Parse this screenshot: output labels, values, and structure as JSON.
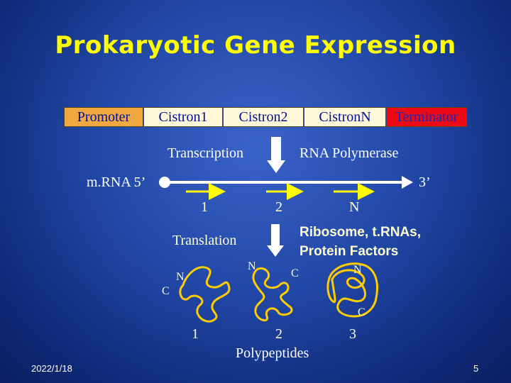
{
  "slide": {
    "title": "Prokaryotic Gene Expression",
    "date": "2022/1/18",
    "page_number": "5"
  },
  "gene": {
    "segments": [
      "Promoter",
      "Cistron1",
      "Cistron2",
      "CistronN",
      "Terminator"
    ],
    "colors": {
      "promoter": "#f0a940",
      "cistron": "#fff9d9",
      "terminator": "#ee0a14"
    }
  },
  "labels": {
    "transcription": "Transcription",
    "rna_polymerase": "RNA Polymerase",
    "mrna_5": "m.RNA 5’",
    "mrna_3": "3’",
    "cistron_numbers": [
      "1",
      "2",
      "N"
    ],
    "translation": "Translation",
    "ribosome_line1": "Ribosome, t.RNAs,",
    "ribosome_line2": "Protein Factors",
    "polypeptide_numbers": [
      "1",
      "2",
      "3"
    ],
    "polypeptides": "Polypeptides",
    "termini": {
      "n1": "N",
      "c1": "C",
      "n2": "N",
      "c2": "C",
      "n3": "N",
      "c3": "C"
    }
  }
}
